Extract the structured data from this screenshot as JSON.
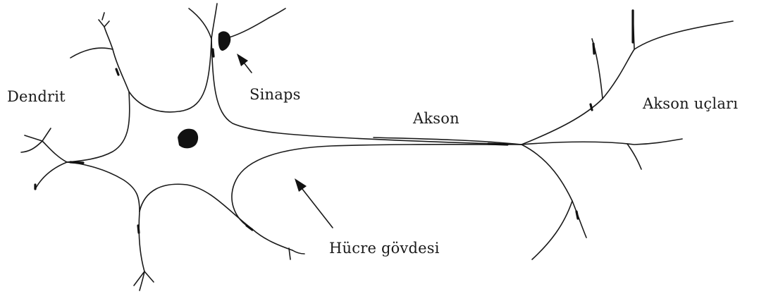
{
  "labels": {
    "dendrite": "Dendrit",
    "synapse": "Sinaps",
    "axon": "Akson",
    "axon_terminals": "Akson uçları",
    "cell_body": "Hücre gövdesi"
  }
}
